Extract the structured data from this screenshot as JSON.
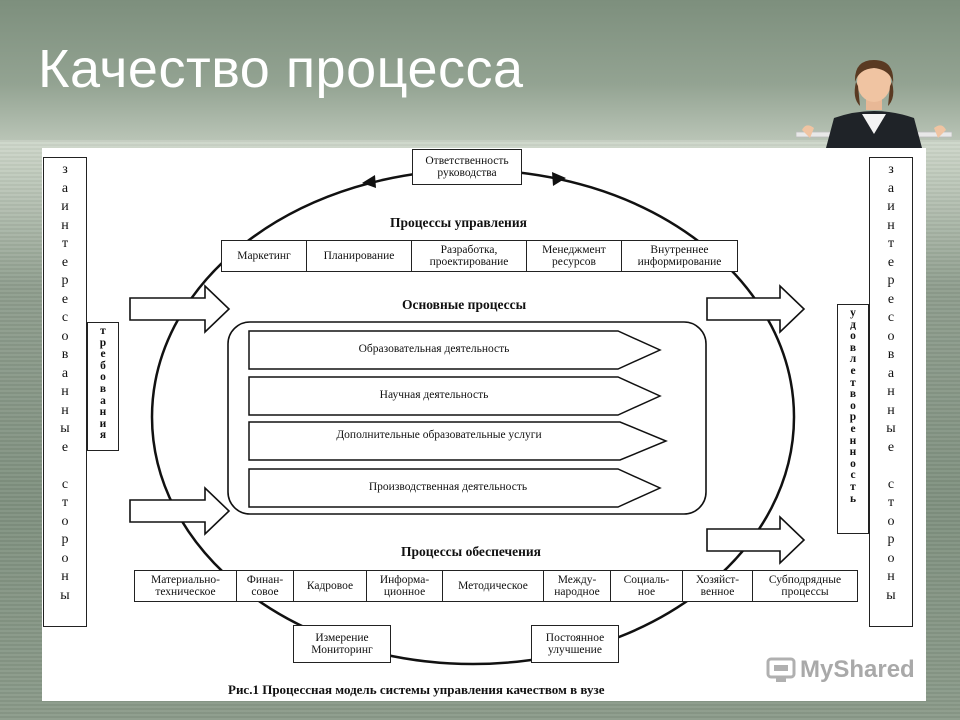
{
  "slide": {
    "title": "Качество процесса"
  },
  "diagram": {
    "top_box": "Ответственность\nруководства",
    "management_heading": "Процессы управления",
    "management_items": [
      "Маркетинг",
      "Планирование",
      "Разработка,\nпроектирование",
      "Менеджмент\nресурсов",
      "Внутреннее\nинформирование"
    ],
    "core_heading": "Основные процессы",
    "core_items": [
      "Образовательная деятельность",
      "Научная деятельность",
      "Дополнительные образовательные услуги",
      "Производственная деятельность"
    ],
    "support_heading": "Процессы обеспечения",
    "support_items": [
      "Материально-\nтехническое",
      "Финан-\nсовое",
      "Кадровое",
      "Информа-\nционное",
      "Методическое",
      "Между-\nнародное",
      "Социаль-\nное",
      "Хозяйст-\nвенное",
      "Субподрядные\nпроцессы"
    ],
    "measure_box": "Измерение\nМониторинг",
    "improve_box": "Постоянное\nулучшение",
    "left_stakeholders": "заинтересованные стороны",
    "right_stakeholders": "заинтересованные стороны",
    "requirements": "требования",
    "satisfaction": "удовлетворенность",
    "caption": "Рис.1 Процессная модель системы управления качеством в вузе"
  },
  "watermark": {
    "text": "MyShared"
  }
}
